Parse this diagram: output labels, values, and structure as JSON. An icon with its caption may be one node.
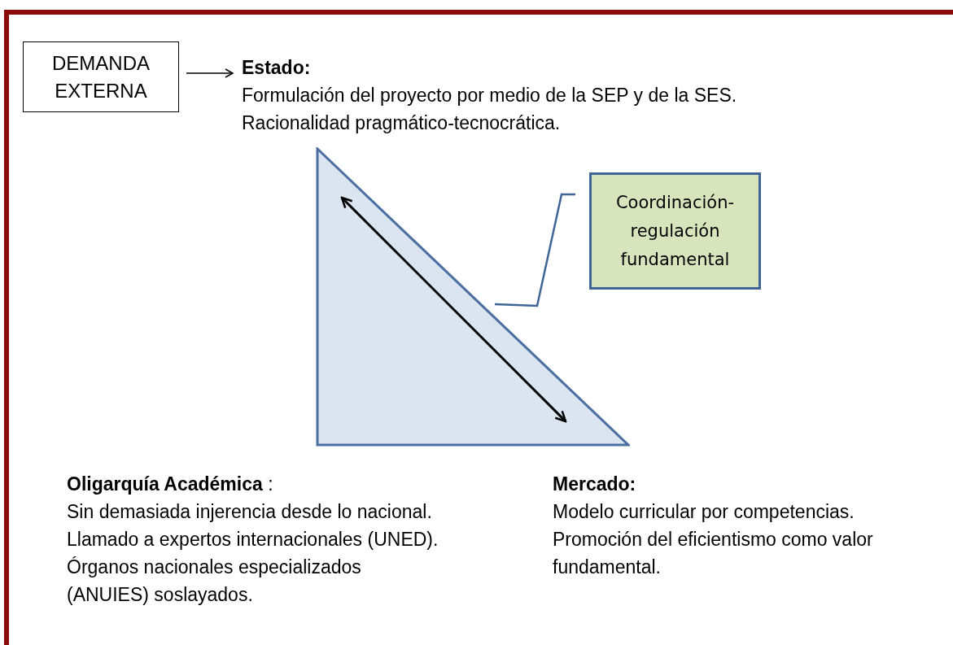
{
  "diagram": {
    "nodes": [
      {
        "text": [
          "DEMANDA EXTERNA"
        ]
      },
      {
        "text": [
          "Estado:",
          "Formulación del proyecto  por medio de la SEP y de la SES.",
          "Racionalidad pragmático-tecnocrática."
        ]
      },
      {
        "text": [],
        "shape": "triangle"
      },
      {
        "text": [
          "Coordinación-regulación fundamental"
        ]
      },
      {
        "text": [
          "**Oligarquía Académica** :",
          "Sin demasiada injerencia desde lo nacional. Llamado a expertos internacionales (UNED). Órganos nacionales especializados (ANUIES) soslayados."
        ]
      },
      {
        "text": [
          "Mercado:",
          "Modelo curricular por competencias. Promoción del eficientismo como valor fundamental."
        ]
      }
    ],
    "edges": [
      {
        "from": 0,
        "to": 1,
        "arrow": "to"
      },
      {
        "from": 3,
        "to": 2,
        "arrow": "none",
        "color": "#3f6597"
      }
    ]
  }
}
